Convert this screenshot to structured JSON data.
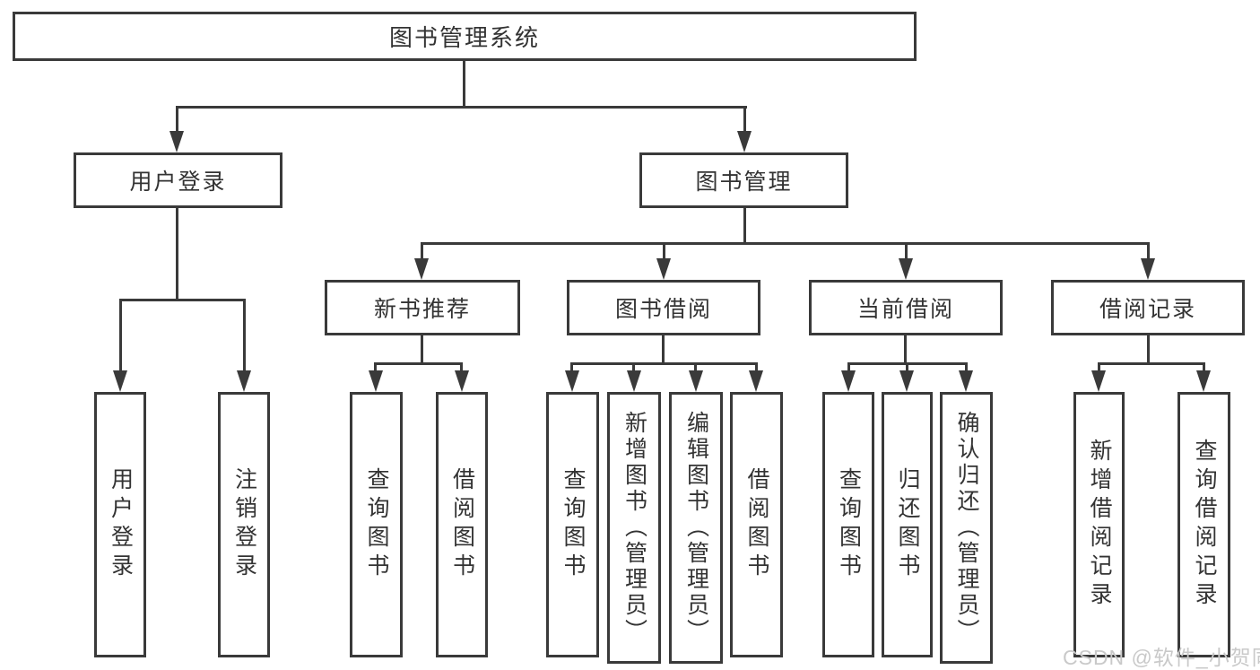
{
  "diagram": {
    "root": "图书管理系统",
    "level2": {
      "user_login": "用户登录",
      "book_mgmt": "图书管理"
    },
    "level3": {
      "new_book": "新书推荐",
      "book_borrow": "图书借阅",
      "current_borrow": "当前借阅",
      "borrow_record": "借阅记录"
    },
    "leaves": {
      "a1": "用户登录",
      "a2": "注销登录",
      "b1": "查询图书",
      "b2": "借阅图书",
      "c1": "查询图书",
      "c2": "新增图书（管理员）",
      "c3": "编辑图书（管理员）",
      "c4": "借阅图书",
      "d1": "查询图书",
      "d2": "归还图书",
      "d3": "确认归还（管理员）",
      "e1": "新增借阅记录",
      "e2": "查询借阅记录"
    },
    "watermark": "CSDN @软件_小贺同学",
    "colors": {
      "line": "#3a3a3a",
      "text": "#333333",
      "watermark": "#c9c9c9",
      "background": "#ffffff"
    }
  }
}
